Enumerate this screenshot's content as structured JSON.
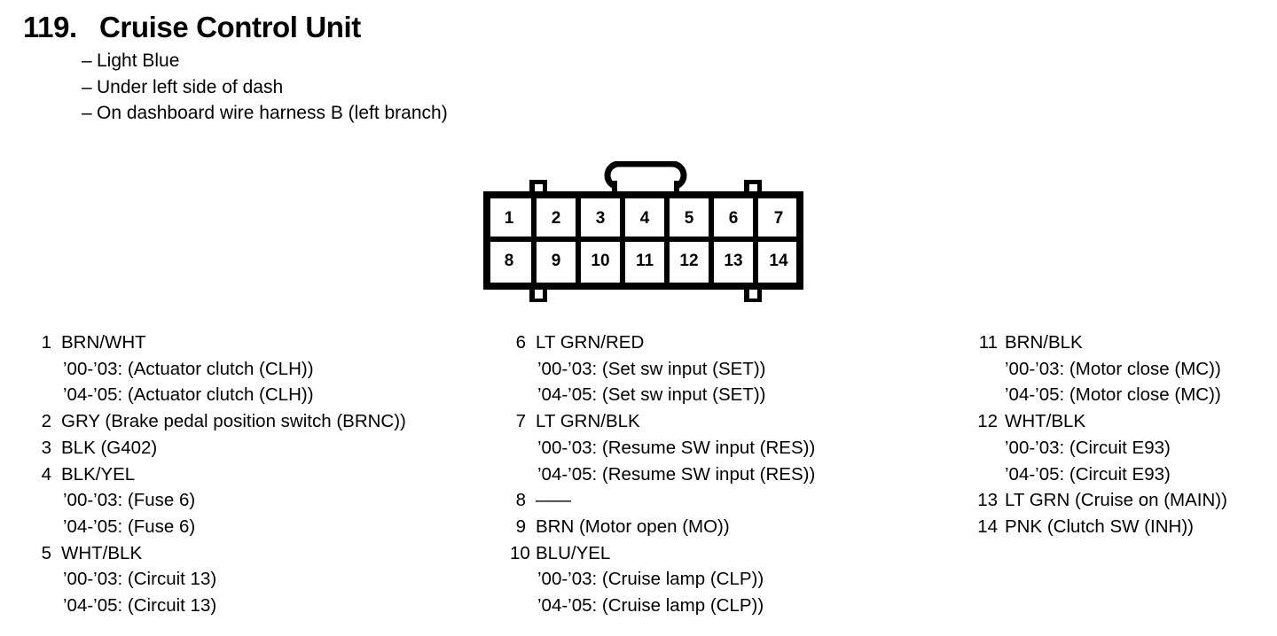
{
  "header": {
    "number": "119.",
    "title": "Cruise Control Unit",
    "bullets": [
      "Light Blue",
      "Under left side of dash",
      "On dashboard wire harness B (left branch)"
    ],
    "dash": "–"
  },
  "connector": {
    "name": "14-pin-connector",
    "top_row": [
      "1",
      "2",
      "3",
      "4",
      "5",
      "6",
      "7"
    ],
    "bottom_row": [
      "8",
      "9",
      "10",
      "11",
      "12",
      "13",
      "14"
    ],
    "stroke_color": "#000000",
    "fill_color": "#ffffff"
  },
  "legend": {
    "columns": [
      {
        "name": "column-1",
        "entries": [
          {
            "pin": "1",
            "label": "BRN/WHT",
            "sublines": [
              "’00-’03: (Actuator clutch (CLH))",
              "’04-’05: (Actuator clutch (CLH))"
            ]
          },
          {
            "pin": "2",
            "label": "GRY (Brake pedal position switch (BRNC))",
            "sublines": []
          },
          {
            "pin": "3",
            "label": "BLK (G402)",
            "sublines": []
          },
          {
            "pin": "4",
            "label": "BLK/YEL",
            "sublines": [
              "’00-’03: (Fuse 6)",
              "’04-’05: (Fuse 6)"
            ]
          },
          {
            "pin": "5",
            "label": "WHT/BLK",
            "sublines": [
              "’00-’03: (Circuit 13)",
              "’04-’05: (Circuit 13)"
            ]
          }
        ]
      },
      {
        "name": "column-2",
        "entries": [
          {
            "pin": "6",
            "label": "LT GRN/RED",
            "sublines": [
              "’00-’03: (Set sw input (SET))",
              "’04-’05: (Set sw input (SET))"
            ]
          },
          {
            "pin": "7",
            "label": "LT GRN/BLK",
            "sublines": [
              "’00-’03: (Resume SW input (RES))",
              "’04-’05: (Resume SW input (RES))"
            ]
          },
          {
            "pin": "8",
            "label": "——",
            "sublines": []
          },
          {
            "pin": "9",
            "label": "BRN (Motor open (MO))",
            "sublines": []
          },
          {
            "pin": "10",
            "label": "BLU/YEL",
            "sublines": [
              "’00-’03: (Cruise lamp (CLP))",
              "’04-’05: (Cruise lamp (CLP))"
            ]
          }
        ]
      },
      {
        "name": "column-3",
        "entries": [
          {
            "pin": "11",
            "label": "BRN/BLK",
            "sublines": [
              "’00-’03: (Motor close (MC))",
              "’04-’05: (Motor close (MC))"
            ]
          },
          {
            "pin": "12",
            "label": "WHT/BLK",
            "sublines": [
              "’00-’03: (Circuit E93)",
              "’04-’05: (Circuit E93)"
            ]
          },
          {
            "pin": "13",
            "label": "LT GRN (Cruise on (MAIN))",
            "sublines": []
          },
          {
            "pin": "14",
            "label": "PNK (Clutch SW (INH))",
            "sublines": []
          }
        ]
      }
    ]
  }
}
